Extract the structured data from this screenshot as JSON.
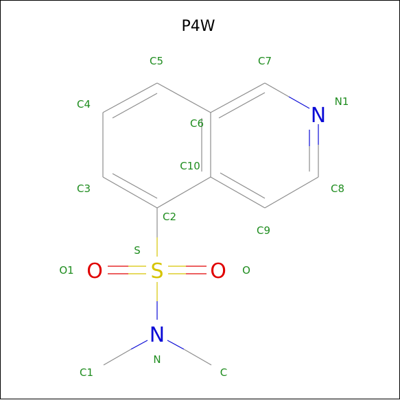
{
  "title": "P4W",
  "colors": {
    "bond": "#8c8c8c",
    "label": "#1e8c1e",
    "nitrogen": "#0b0bd6",
    "oxygen": "#e00000",
    "sulfur": "#d6c400"
  },
  "atom_labels": {
    "C2": "C2",
    "C3": "C3",
    "C4": "C4",
    "C5": "C5",
    "C6": "C6",
    "C7": "C7",
    "C8": "C8",
    "C9": "C9",
    "C10": "C10",
    "N1": "N1",
    "S": "S",
    "O1": "O1",
    "O": "O",
    "N": "N",
    "C1": "C1",
    "C": "C"
  },
  "element_symbols": {
    "n_ring": "N",
    "s_center": "S",
    "o_left": "O",
    "o_right": "O",
    "n_amine": "N"
  }
}
